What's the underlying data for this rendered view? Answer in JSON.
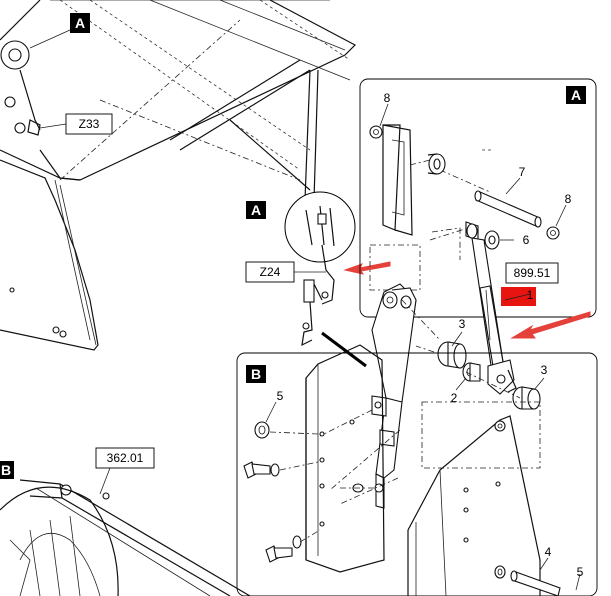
{
  "references": {
    "z33": "Z33",
    "z24": "Z24",
    "r36201": "362.01",
    "r89951": "899.51"
  },
  "detail_letters": {
    "a_top": "A",
    "a_callout": "A",
    "a_detail": "A",
    "b_detail": "B",
    "b_corner": "B"
  },
  "part_numbers": {
    "p8_top": "8",
    "p7": "7",
    "p8_right": "8",
    "p6": "6",
    "p1": "1",
    "p3_left": "3",
    "p3_right": "3",
    "p2": "2",
    "p5_left": "5",
    "p4": "4",
    "p5_bottom": "5"
  },
  "colors": {
    "highlight": "#e8140f",
    "arrow": "#e5413b",
    "line": "#111111",
    "label_fill": "#000000"
  }
}
